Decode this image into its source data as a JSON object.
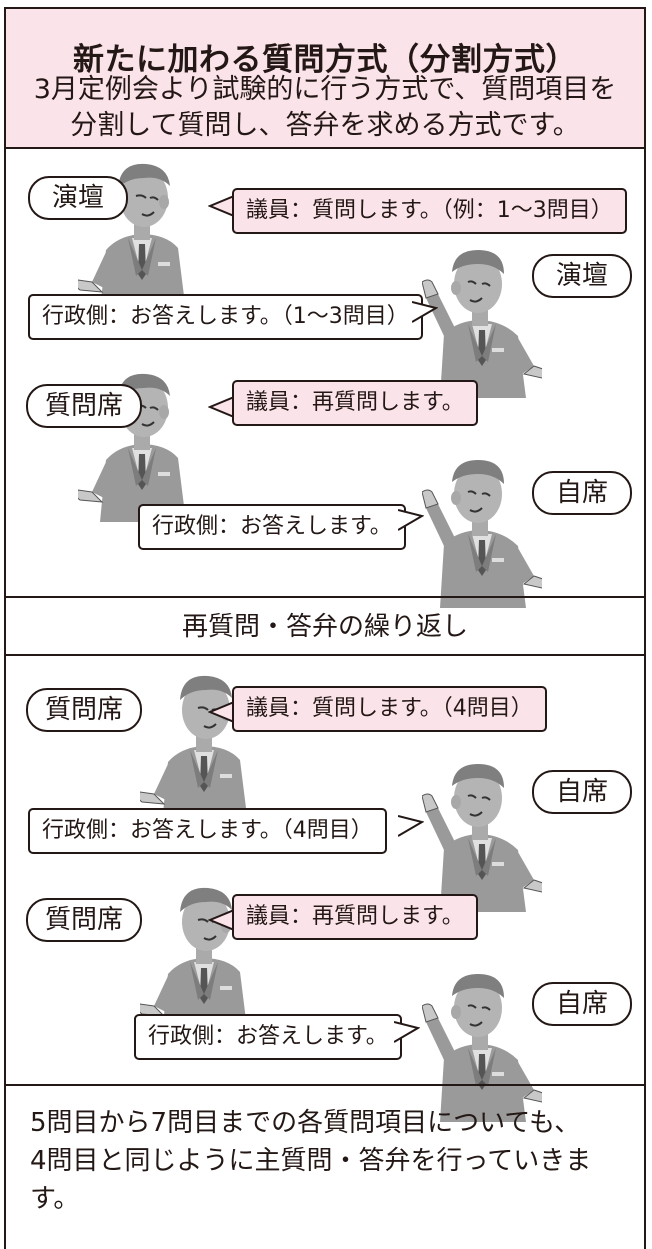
{
  "header": {
    "title": "新たに加わる質問方式（分割方式）",
    "description_line1": "3月定例会より試験的に行う方式で、質問項目を",
    "description_line2": "分割して質問し、答弁を求める方式です。"
  },
  "section1": {
    "row1": {
      "place": "演壇",
      "speech": "議員：質問します。（例：1～3問目）"
    },
    "row2": {
      "place": "演壇",
      "speech": "行政側：お答えします。（1～3問目）"
    },
    "row3": {
      "place": "質問席",
      "speech": "議員：再質問します。"
    },
    "row4": {
      "place": "自席",
      "speech": "行政側：お答えします。"
    }
  },
  "repeat_label": "再質問・答弁の繰り返し",
  "section2": {
    "row1": {
      "place": "質問席",
      "speech": "議員：質問します。（4問目）"
    },
    "row2": {
      "place": "自席",
      "speech": "行政側：お答えします。（4問目）"
    },
    "row3": {
      "place": "質問席",
      "speech": "議員：再質問します。"
    },
    "row4": {
      "place": "自席",
      "speech": "行政側：お答えします。"
    }
  },
  "footer": {
    "line1": "5問目から7問目までの各質問項目についても、",
    "line2": "4問目と同じように主質問・答弁を行っていきま",
    "line3": "す。"
  },
  "colors": {
    "pink": "#fbe3ea",
    "ink": "#231815",
    "figure_gray": "#9d9d9d"
  }
}
